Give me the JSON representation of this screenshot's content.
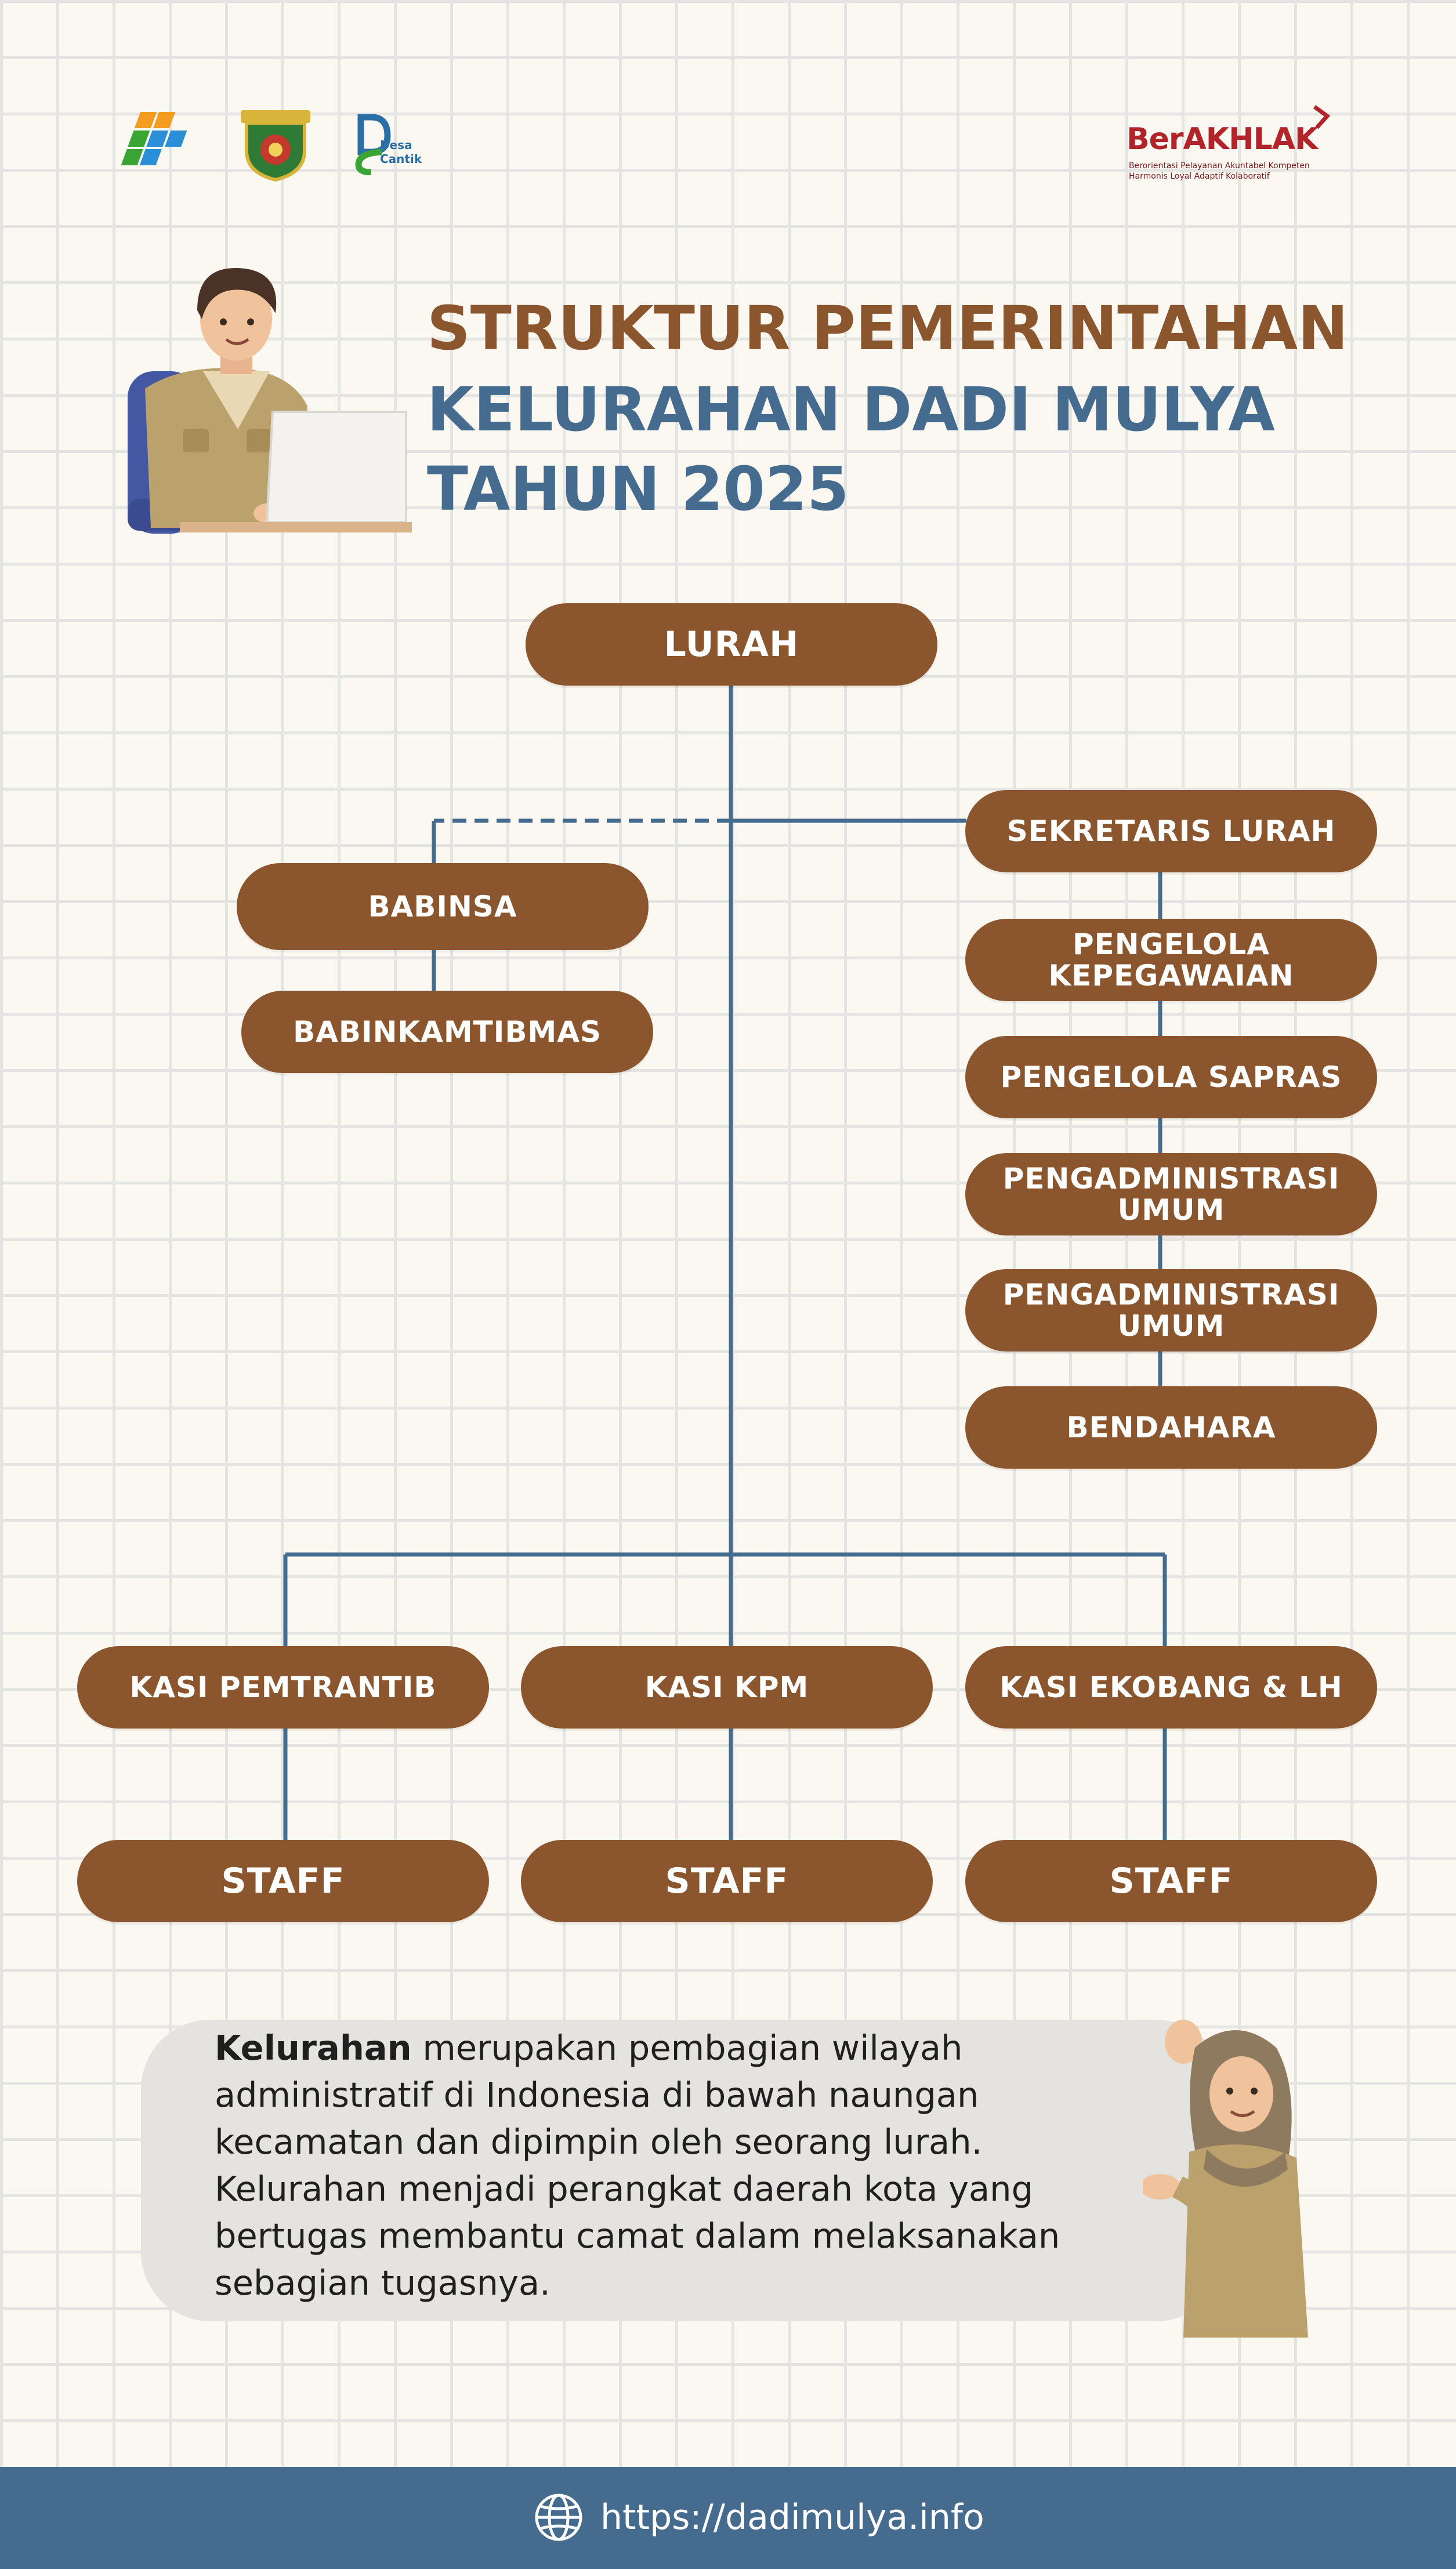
{
  "header": {
    "logos": [
      "bps-logo",
      "regional-coat-of-arms",
      "desa-cantik-logo"
    ],
    "desa_cantik_line1": "Desa",
    "desa_cantik_line2": "Cantik",
    "berakhlak_title": "BerAKHLAK",
    "berakhlak_sub1": "Berorientasi Pelayanan Akuntabel Kompeten",
    "berakhlak_sub2": "Harmonis Loyal Adaptif Kolaboratif"
  },
  "title": {
    "line1": "STRUKTUR PEMERINTAHAN",
    "line2": "KELURAHAN DADI MULYA",
    "line3": "TAHUN 2025"
  },
  "org": {
    "lurah": "LURAH",
    "babinsa": "BABINSA",
    "babinkamtibmas": "BABINKAMTIBMAS",
    "sekretaris": "SEKRETARIS LURAH",
    "pengelola_kepegawaian_1": "PENGELOLA",
    "pengelola_kepegawaian_2": "KEPEGAWAIAN",
    "pengelola_sapras": "PENGELOLA SAPRAS",
    "pengadministrasi_a_1": "PENGADMINISTRASI",
    "pengadministrasi_a_2": "UMUM",
    "pengadministrasi_b_1": "PENGADMINISTRASI",
    "pengadministrasi_b_2": "UMUM",
    "bendahara": "BENDAHARA",
    "kasi_pemtrantib": "KASI PEMTRANTIB",
    "kasi_kpm": "KASI KPM",
    "kasi_ekobang": "KASI EKOBANG & LH",
    "staff_1": "STAFF",
    "staff_2": "STAFF",
    "staff_3": "STAFF"
  },
  "info": {
    "lead": "Kelurahan",
    "text": " merupakan pembagian wilayah administratif di Indonesia di bawah naungan kecamatan dan dipimpin oleh seorang lurah. Kelurahan menjadi perangkat daerah kota yang bertugas membantu camat dalam melaksanakan sebagian tugasnya."
  },
  "footer": {
    "url": "https://dadimulya.info",
    "icon": "globe-icon"
  },
  "colors": {
    "background": "#fbf7f1",
    "node_brown": "#8b552d",
    "line_blue": "#456b8e",
    "title_brown": "#8b552d",
    "title_blue": "#456b8e",
    "footer_blue": "#456b8e"
  }
}
